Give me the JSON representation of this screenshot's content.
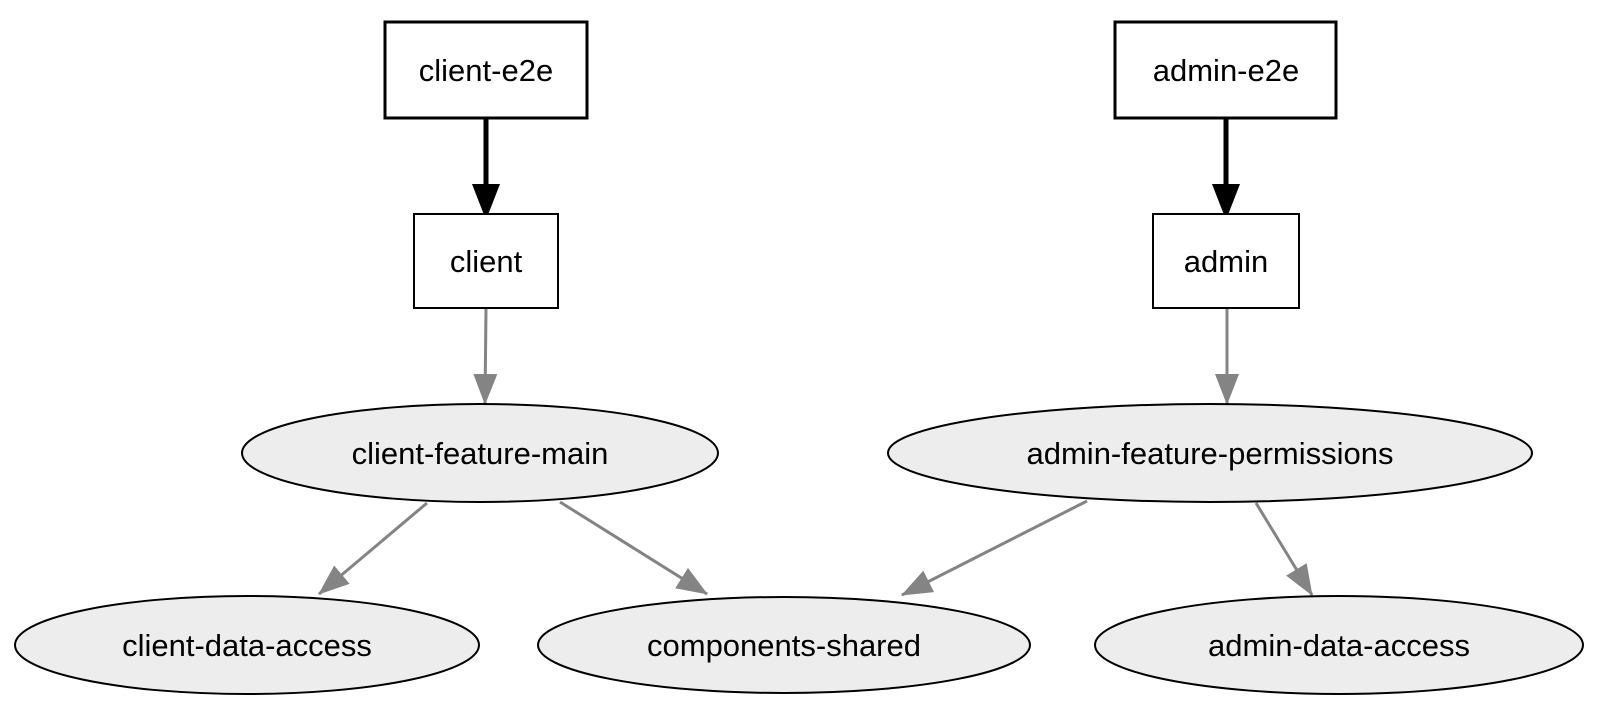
{
  "diagram": {
    "type": "dependency-graph",
    "background": "#ffffff",
    "nodes": {
      "client_e2e": {
        "label": "client-e2e",
        "shape": "box"
      },
      "admin_e2e": {
        "label": "admin-e2e",
        "shape": "box"
      },
      "client": {
        "label": "client",
        "shape": "box"
      },
      "admin": {
        "label": "admin",
        "shape": "box"
      },
      "client_feature_main": {
        "label": "client-feature-main",
        "shape": "ellipse"
      },
      "admin_feature_permissions": {
        "label": "admin-feature-permissions",
        "shape": "ellipse"
      },
      "client_data_access": {
        "label": "client-data-access",
        "shape": "ellipse"
      },
      "components_shared": {
        "label": "components-shared",
        "shape": "ellipse"
      },
      "admin_data_access": {
        "label": "admin-data-access",
        "shape": "ellipse"
      }
    },
    "edges": [
      {
        "from": "client-e2e",
        "to": "client",
        "style": "bold"
      },
      {
        "from": "admin-e2e",
        "to": "admin",
        "style": "bold"
      },
      {
        "from": "client",
        "to": "client-feature-main",
        "style": "normal"
      },
      {
        "from": "admin",
        "to": "admin-feature-permissions",
        "style": "normal"
      },
      {
        "from": "client-feature-main",
        "to": "client-data-access",
        "style": "normal"
      },
      {
        "from": "client-feature-main",
        "to": "components-shared",
        "style": "normal"
      },
      {
        "from": "admin-feature-permissions",
        "to": "components-shared",
        "style": "normal"
      },
      {
        "from": "admin-feature-permissions",
        "to": "admin-data-access",
        "style": "normal"
      }
    ],
    "colors": {
      "background": "#ffffff",
      "node_fill_box": "#ffffff",
      "node_fill_ellipse": "#ededed",
      "node_stroke": "#000000",
      "text": "#000000",
      "edge_bold": "#000000",
      "edge_normal": "#848484"
    }
  }
}
